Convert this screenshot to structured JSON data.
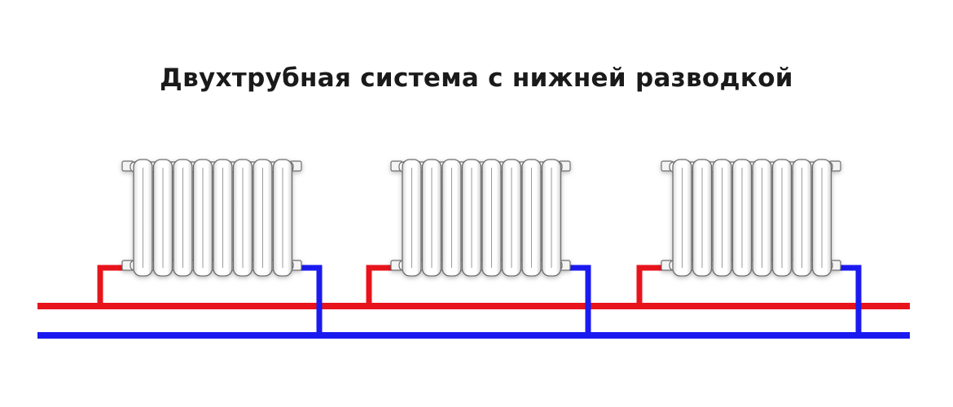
{
  "title": "Двухтрубная система с нижней разводкой",
  "colors": {
    "supply_pipe": "#e8141c",
    "return_pipe": "#1a1af0",
    "radiator_fill": "#ffffff",
    "radiator_outline": "#6d6d6d"
  },
  "diagram": {
    "radiator_count": 3,
    "sections_per_radiator": 8,
    "pipes": [
      {
        "name": "supply",
        "color_key": "supply_pipe"
      },
      {
        "name": "return",
        "color_key": "return_pipe"
      }
    ]
  }
}
